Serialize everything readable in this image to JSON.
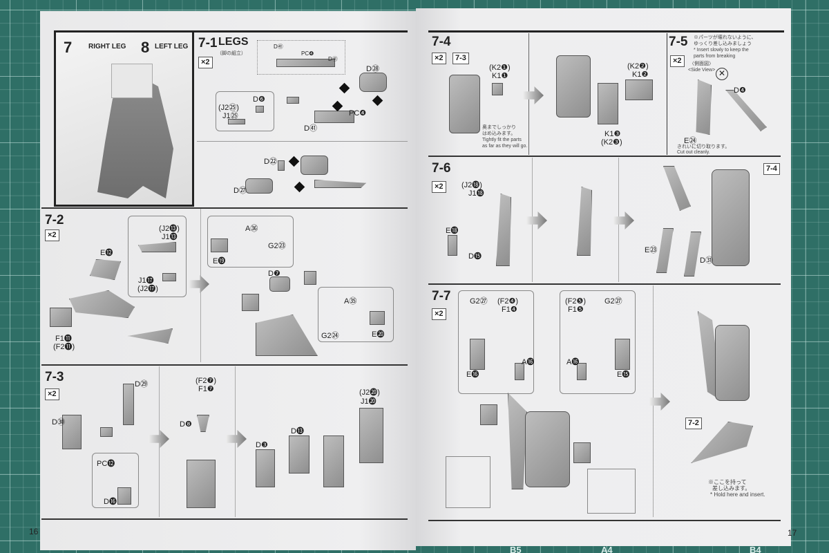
{
  "left_page": {
    "page_number": "16",
    "header": {
      "step7_num": "7",
      "step7_label": "RIGHT LEG",
      "step8_num": "8",
      "step8_label": "LEFT LEG"
    },
    "s71": {
      "num": "7-1",
      "title": "LEGS",
      "subtitle": "（脚の組立）",
      "qty": "×2",
      "labels": [
        "D㊶",
        "PC❹",
        "D㊶",
        "D㉘",
        "D❻",
        "(J2㉕)",
        "J1㉕",
        "PC❹",
        "D㊶",
        "D㉒",
        "D㉗"
      ]
    },
    "s72": {
      "num": "7-2",
      "qty": "×2",
      "labels": [
        "E⓬",
        "(J2⓭)",
        "J1⓭",
        "J1⓱",
        "(J2⓱)",
        "F1⓫",
        "(F2⓫)",
        "E⓳",
        "A㊱",
        "G2㉓",
        "D❼",
        "A㉟",
        "G2㉔",
        "E⓴"
      ]
    },
    "s73": {
      "num": "7-3",
      "qty": "×2",
      "labels": [
        "D㉙",
        "D㉚",
        "PC⓬",
        "D⓰",
        "(F2❼)",
        "F1❼",
        "D❽",
        "D❸",
        "D⓭",
        "(J2⓴)",
        "J1⓴"
      ]
    }
  },
  "right_page": {
    "page_number": "17",
    "s74": {
      "num": "7-4",
      "qty": "×2",
      "ref": "7-3",
      "labels": [
        "(K2❶)",
        "K1❶",
        "(K2❷)",
        "K1❷",
        "K1❸",
        "(K2❸)"
      ],
      "note_jp": [
        "奥までしっかり",
        "はめ込みます。"
      ],
      "note_en": [
        "Tightly fit the parts",
        "as far as they will go."
      ]
    },
    "s75": {
      "num": "7-5",
      "qty": "×2",
      "note_jp": [
        "※パーツが壊れないように、",
        "ゆっくり差し込みましょう"
      ],
      "note_en": [
        "* Insert slowly to keep the",
        "parts from breaking"
      ],
      "side_jp": "〈側面図〉",
      "side_en": "<Side View>",
      "labels": [
        "D❹",
        "E㉔"
      ],
      "cut_jp": "きれいに切り取ります。",
      "cut_en": "Cut out cleanly."
    },
    "s76": {
      "num": "7-6",
      "qty": "×2",
      "ref": "7-4",
      "labels": [
        "(J2⓲)",
        "J1⓲",
        "E⓲",
        "D⓯",
        "E㉓",
        "D㉛"
      ]
    },
    "s77": {
      "num": "7-7",
      "qty": "×2",
      "ref": "7-2",
      "labels": [
        "G2㉗",
        "(F2❹)",
        "F1❹",
        "A⓰",
        "E⓰",
        "(F2❺)",
        "F1❺",
        "G2㉗",
        "A⓰",
        "E⓯"
      ],
      "note_jp": [
        "※ここを持って",
        "差し込みます。"
      ],
      "note_en": "* Hold here and insert."
    }
  },
  "mat": {
    "labels": [
      "B5",
      "A4",
      "B4"
    ]
  }
}
